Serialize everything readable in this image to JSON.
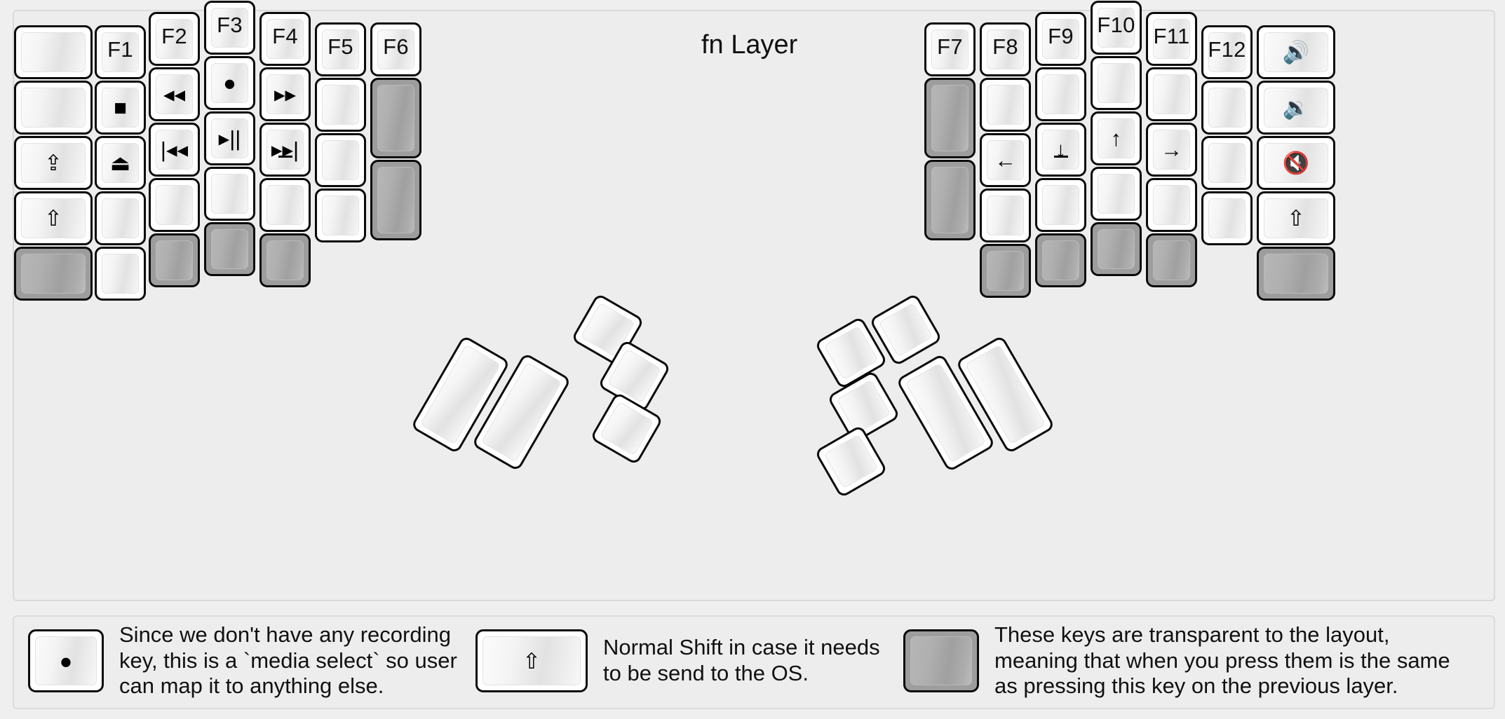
{
  "title": "fn Layer",
  "colors": {
    "background": "#efefef",
    "panel": "#ededed",
    "keycap": "#ffffff",
    "keycap_border": "#0a0a0a",
    "transparent_key": "#9d9d9d",
    "text": "#111111"
  },
  "glyphs": {
    "record": "●",
    "stop": "■",
    "eject": "⏏",
    "rewind": "◂◂",
    "fast_forward": "▸▸",
    "prev_track": "|◂◂",
    "play_pause": "▸||",
    "next_track": "▸▸|",
    "shift_lock": "⇪",
    "shift": "⇧",
    "arrow_left": "←",
    "arrow_down": "↓",
    "arrow_up": "↑",
    "arrow_right": "→",
    "volume_up": "🔊",
    "volume_down": "🔉",
    "volume_mute": "🔇"
  },
  "left_half": {
    "columns": [
      {
        "name": "col-pinky-outer",
        "keys": [
          {
            "label": "",
            "icon": "",
            "type": "blank"
          },
          {
            "label": "",
            "icon": "",
            "type": "blank"
          },
          {
            "label": "",
            "icon": "shift-lock-icon",
            "type": "glyph"
          },
          {
            "label": "",
            "icon": "shift-icon",
            "type": "glyph"
          },
          {
            "label": "",
            "icon": "",
            "type": "transparent"
          }
        ]
      },
      {
        "name": "col-pinky",
        "keys": [
          {
            "label": "F1",
            "icon": "",
            "type": "fn"
          },
          {
            "label": "",
            "icon": "stop-icon",
            "type": "glyph"
          },
          {
            "label": "",
            "icon": "eject-icon",
            "type": "glyph"
          },
          {
            "label": "",
            "icon": "",
            "type": "blank"
          },
          {
            "label": "",
            "icon": "",
            "type": "blank"
          }
        ]
      },
      {
        "name": "col-ring",
        "keys": [
          {
            "label": "F2",
            "icon": "",
            "type": "fn"
          },
          {
            "label": "",
            "icon": "rewind-icon",
            "type": "glyph"
          },
          {
            "label": "",
            "icon": "prev-track-icon",
            "type": "glyph"
          },
          {
            "label": "",
            "icon": "",
            "type": "blank"
          },
          {
            "label": "",
            "icon": "",
            "type": "transparent"
          }
        ]
      },
      {
        "name": "col-middle",
        "keys": [
          {
            "label": "F3",
            "icon": "",
            "type": "fn"
          },
          {
            "label": "",
            "icon": "record-icon",
            "type": "glyph"
          },
          {
            "label": "",
            "icon": "play-pause-icon",
            "type": "glyph"
          },
          {
            "label": "",
            "icon": "",
            "type": "blank"
          },
          {
            "label": "",
            "icon": "",
            "type": "transparent"
          }
        ]
      },
      {
        "name": "col-index",
        "keys": [
          {
            "label": "F4",
            "icon": "",
            "type": "fn"
          },
          {
            "label": "",
            "icon": "fast-forward-icon",
            "type": "glyph"
          },
          {
            "label": "",
            "icon": "next-track-icon",
            "type": "glyph",
            "hint": true
          },
          {
            "label": "",
            "icon": "",
            "type": "blank"
          },
          {
            "label": "",
            "icon": "",
            "type": "transparent"
          }
        ]
      },
      {
        "name": "col-inner",
        "keys": [
          {
            "label": "F5",
            "icon": "",
            "type": "fn"
          },
          {
            "label": "",
            "icon": "",
            "type": "blank"
          },
          {
            "label": "",
            "icon": "",
            "type": "blank"
          },
          {
            "label": "",
            "icon": "",
            "type": "blank"
          }
        ]
      },
      {
        "name": "col-innermost",
        "keys": [
          {
            "label": "F6",
            "icon": "",
            "type": "fn"
          },
          {
            "label": "",
            "icon": "",
            "type": "transparent"
          },
          {
            "label": "",
            "icon": "",
            "type": "transparent"
          }
        ]
      }
    ],
    "thumb_cluster_count": 5
  },
  "right_half": {
    "columns": [
      {
        "name": "col-inner-right",
        "keys": [
          {
            "label": "F7",
            "icon": "",
            "type": "fn"
          },
          {
            "label": "",
            "icon": "",
            "type": "transparent"
          },
          {
            "label": "",
            "icon": "",
            "type": "transparent"
          }
        ]
      },
      {
        "name": "col-index-right",
        "keys": [
          {
            "label": "F8",
            "icon": "",
            "type": "fn"
          },
          {
            "label": "",
            "icon": "",
            "type": "blank"
          },
          {
            "label": "",
            "icon": "arrow-left-icon",
            "type": "glyph"
          },
          {
            "label": "",
            "icon": "",
            "type": "blank"
          },
          {
            "label": "",
            "icon": "",
            "type": "transparent"
          }
        ]
      },
      {
        "name": "col-middle-right",
        "keys": [
          {
            "label": "F9",
            "icon": "",
            "type": "fn"
          },
          {
            "label": "",
            "icon": "",
            "type": "blank"
          },
          {
            "label": "",
            "icon": "arrow-down-icon",
            "type": "glyph",
            "hint": true
          },
          {
            "label": "",
            "icon": "",
            "type": "blank"
          },
          {
            "label": "",
            "icon": "",
            "type": "transparent"
          }
        ]
      },
      {
        "name": "col-ring-right",
        "keys": [
          {
            "label": "F10",
            "icon": "",
            "type": "fn"
          },
          {
            "label": "",
            "icon": "",
            "type": "blank"
          },
          {
            "label": "",
            "icon": "arrow-up-icon",
            "type": "glyph"
          },
          {
            "label": "",
            "icon": "",
            "type": "blank"
          },
          {
            "label": "",
            "icon": "",
            "type": "transparent"
          }
        ]
      },
      {
        "name": "col-pinky-right",
        "keys": [
          {
            "label": "F11",
            "icon": "",
            "type": "fn"
          },
          {
            "label": "",
            "icon": "",
            "type": "blank"
          },
          {
            "label": "",
            "icon": "arrow-right-icon",
            "type": "glyph"
          },
          {
            "label": "",
            "icon": "",
            "type": "blank"
          },
          {
            "label": "",
            "icon": "",
            "type": "transparent"
          }
        ]
      },
      {
        "name": "col-pinky-outer-right",
        "keys": [
          {
            "label": "F12",
            "icon": "",
            "type": "fn"
          },
          {
            "label": "",
            "icon": "",
            "type": "blank"
          },
          {
            "label": "",
            "icon": "",
            "type": "blank"
          },
          {
            "label": "",
            "icon": "",
            "type": "blank"
          }
        ]
      },
      {
        "name": "col-far-right",
        "keys": [
          {
            "label": "",
            "icon": "volume-up-icon",
            "type": "glyph"
          },
          {
            "label": "",
            "icon": "volume-down-icon",
            "type": "glyph"
          },
          {
            "label": "",
            "icon": "volume-mute-icon",
            "type": "glyph"
          },
          {
            "label": "",
            "icon": "shift-icon",
            "type": "glyph"
          },
          {
            "label": "",
            "icon": "",
            "type": "transparent"
          }
        ]
      }
    ],
    "thumb_cluster_count": 6
  },
  "legend": [
    {
      "key_icon": "record-icon",
      "key_type": "glyph",
      "text": "Since we don't have any recording\nkey, this is a `media select` so user\ncan map it to anything else."
    },
    {
      "key_icon": "shift-icon",
      "key_type": "glyph",
      "text": "Normal Shift in case it needs\nto be send to the OS."
    },
    {
      "key_icon": "",
      "key_type": "transparent",
      "text": "These keys are transparent to the layout,\nmeaning that when you press them is the same\nas pressing this key on the previous layer."
    }
  ]
}
